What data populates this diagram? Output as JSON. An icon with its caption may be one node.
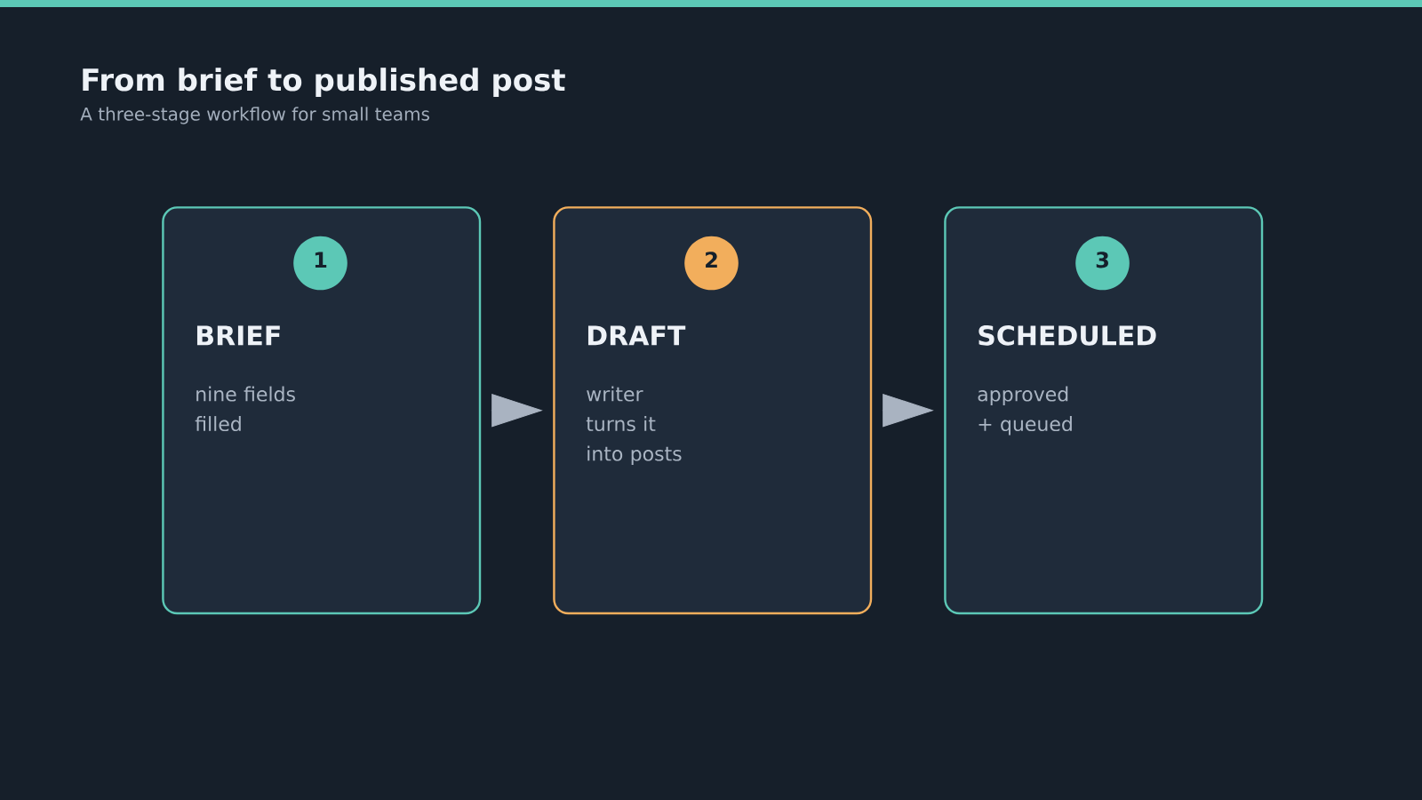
{
  "diagram": {
    "title": "From brief to published post",
    "nodes": [
      {
        "text": [
          "BRIEF",
          "nine fields filled"
        ]
      },
      {
        "text": [
          "1"
        ],
        "in": 0
      },
      {
        "text": [
          "DRAFT",
          "writer turns it into posts"
        ]
      },
      {
        "text": [
          "2"
        ],
        "in": 2
      },
      {
        "text": [
          "SCHEDULED",
          "approved + queued"
        ]
      },
      {
        "text": [
          "3"
        ],
        "in": 4
      }
    ],
    "edges": [
      {
        "from": 0,
        "to": 2,
        "arrow": "to"
      },
      {
        "from": 2,
        "to": 4,
        "arrow": "to"
      }
    ],
    "labels": [
      "A three-stage workflow for small teams"
    ]
  }
}
